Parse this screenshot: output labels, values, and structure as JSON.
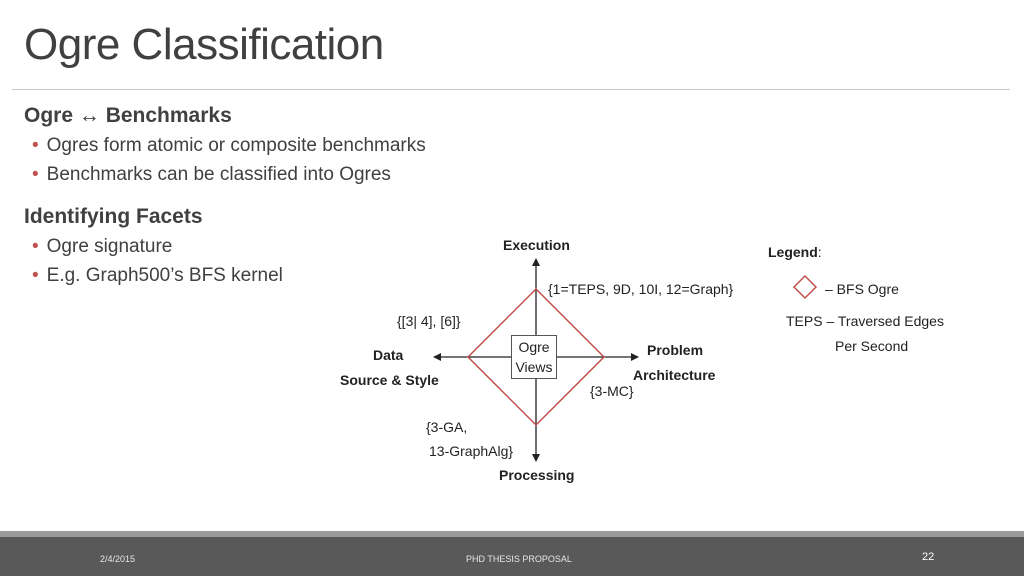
{
  "slide": {
    "title": "Ogre Classification",
    "section1": {
      "heading_left": "Ogre",
      "heading_arrow": "↔",
      "heading_right": "Benchmarks",
      "bullets": [
        "Ogres form atomic or composite benchmarks",
        "Benchmarks can be classified into Ogres"
      ]
    },
    "section2": {
      "heading": "Identifying Facets",
      "bullets": [
        "Ogre signature",
        "E.g. Graph500’s BFS kernel"
      ]
    },
    "bullet_color": "#c0504d"
  },
  "diagram": {
    "axis_top": "Execution",
    "axis_right_1": "Problem",
    "axis_right_2": "Architecture",
    "axis_left_1": "Data",
    "axis_left_2": "Source & Style",
    "axis_bottom": "Processing",
    "center_1": "Ogre",
    "center_2": "Views",
    "annot_top": "{1=TEPS, 9D, 10I, 12=Graph}",
    "annot_left": "{[3| 4], [6]}",
    "annot_right": "{3-MC}",
    "annot_bottom_1": "{3-GA,",
    "annot_bottom_2": "13-GraphAlg}",
    "diamond_color": "#c0504d"
  },
  "legend": {
    "title": "Legend",
    "colon": ":",
    "bfs_label": "– BFS Ogre",
    "teps_1": "TEPS – Traversed Edges",
    "teps_2": "Per Second"
  },
  "footer": {
    "date": "2/4/2015",
    "center": "PHD THESIS PROPOSAL",
    "page": "22"
  }
}
